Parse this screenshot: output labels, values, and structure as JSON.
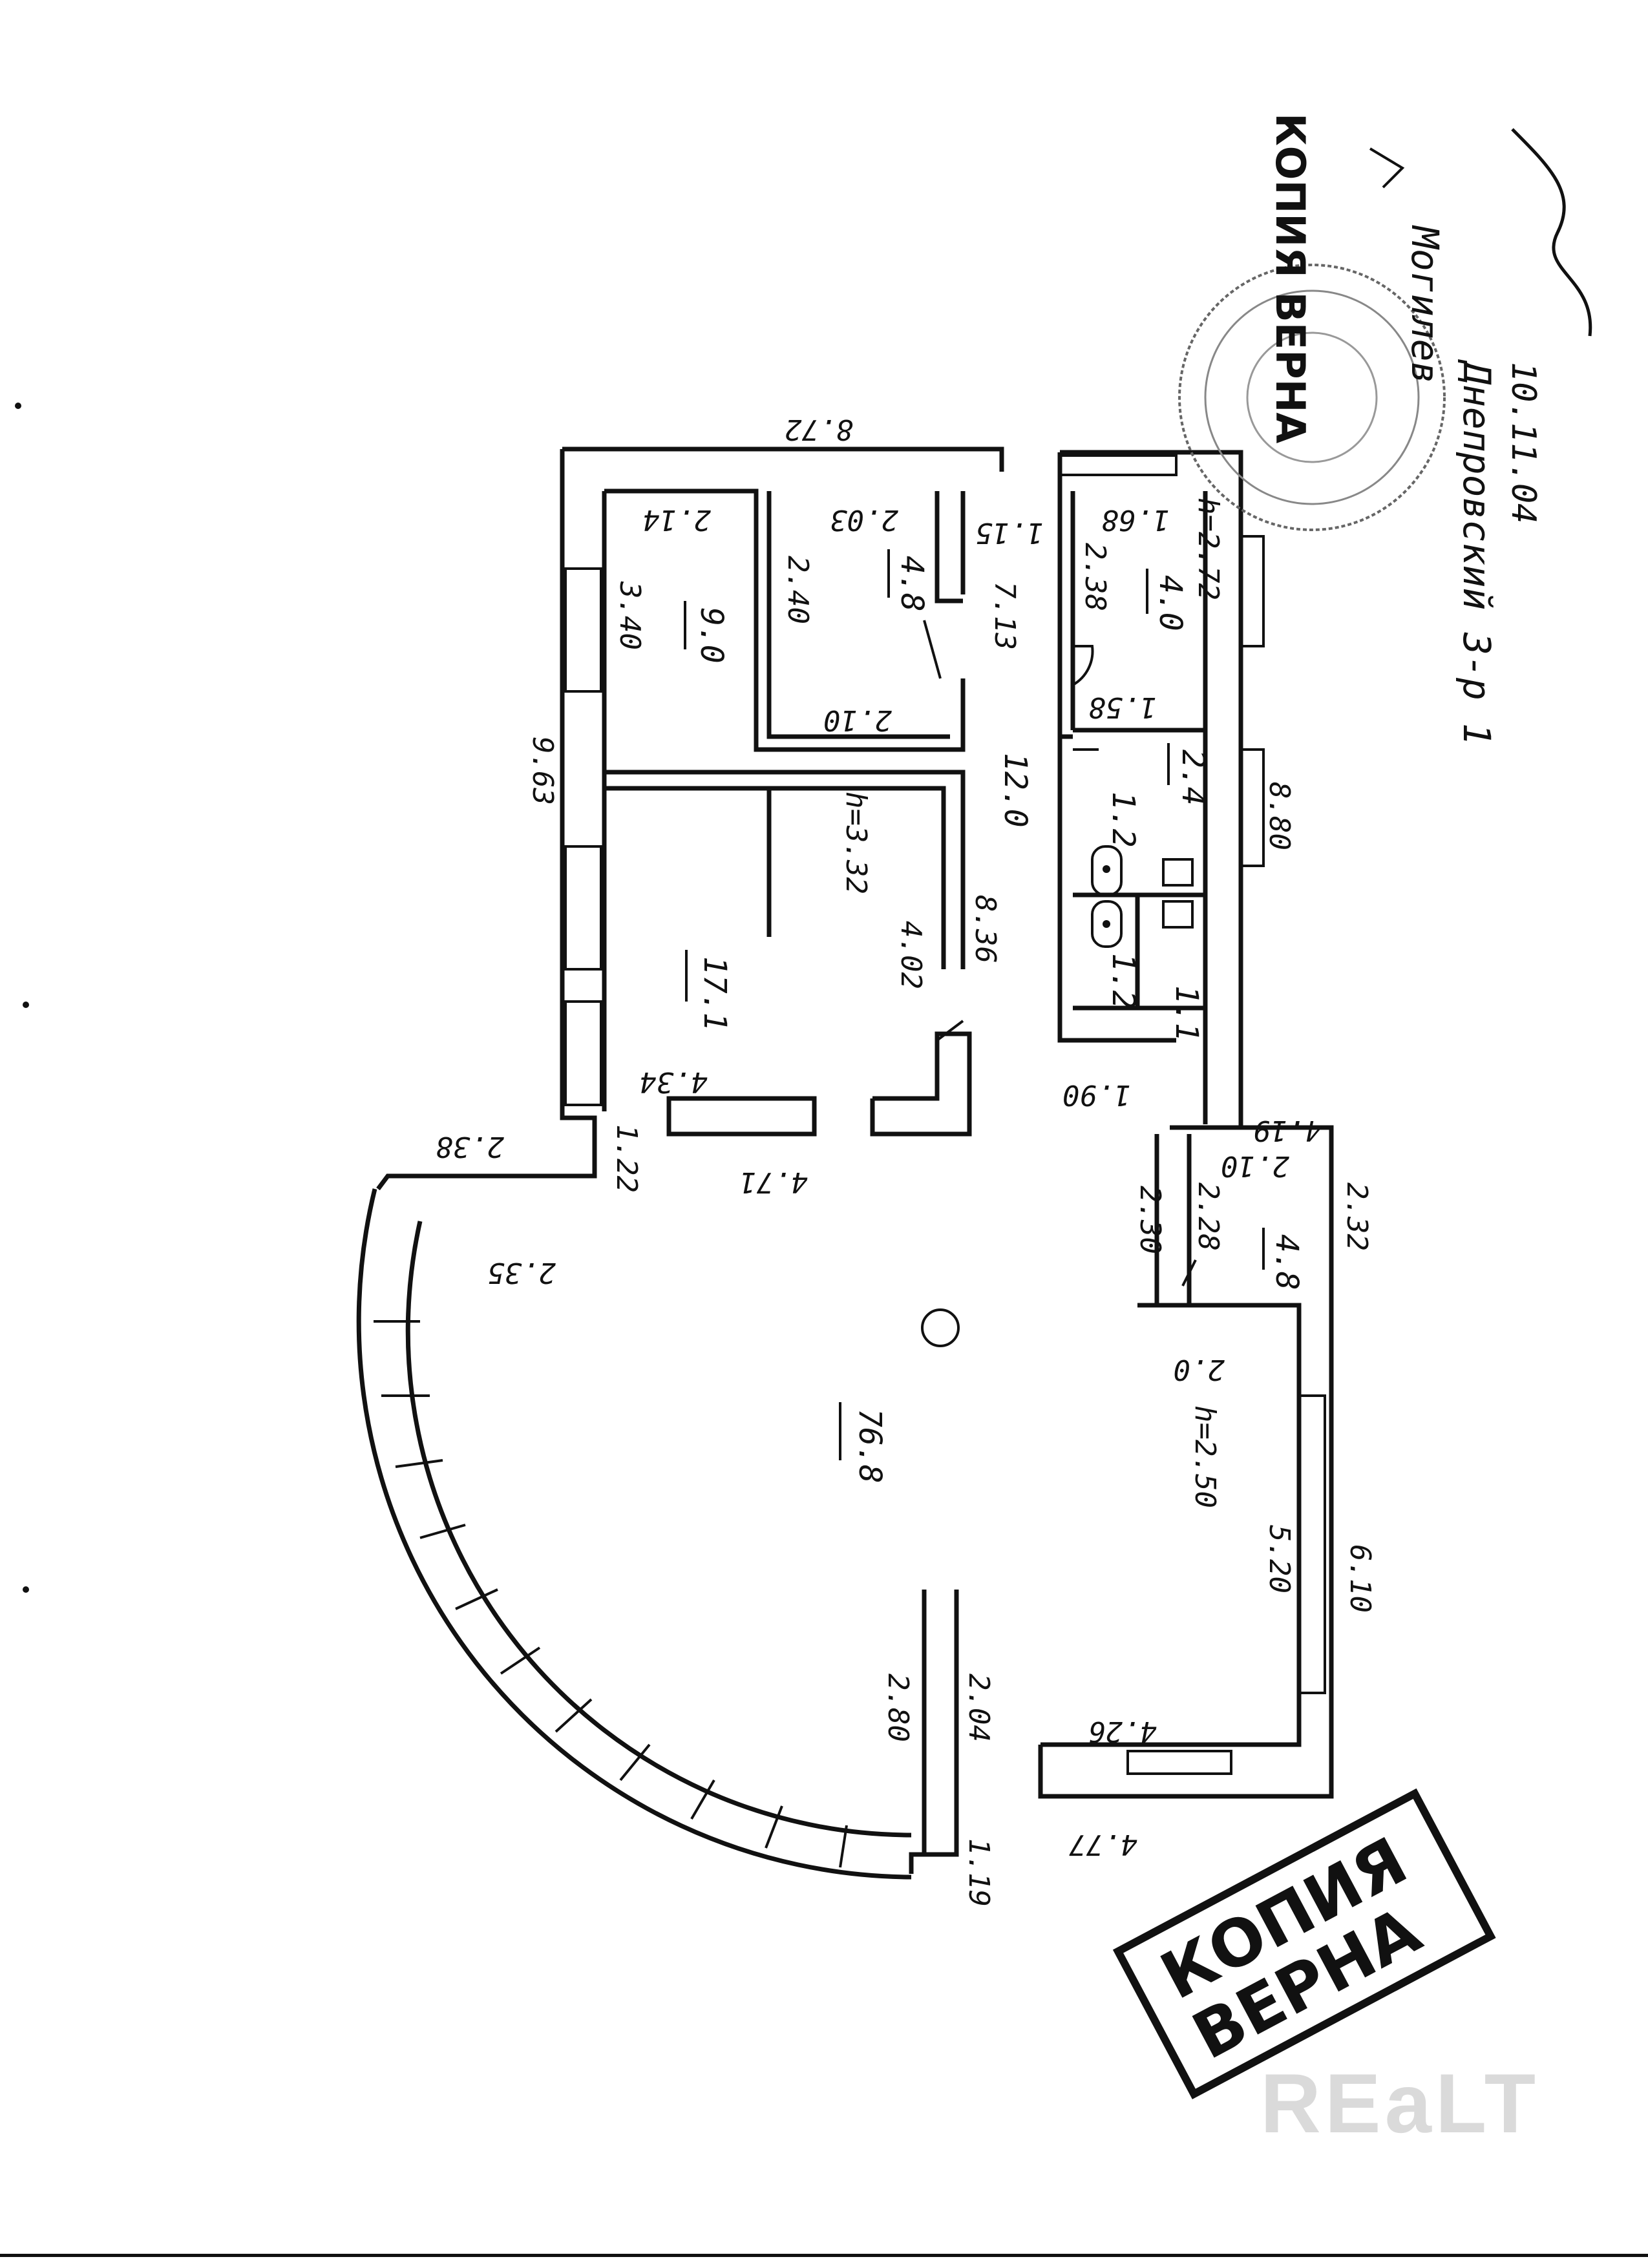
{
  "stamp": {
    "line1": "КОПИЯ",
    "line2": "ВЕРНА"
  },
  "seal": {
    "text": "КОПИЯ ВЕРНА",
    "handwriting": [
      "Днепровский 3-р 1",
      "10.11.04",
      "Могилев"
    ]
  },
  "watermark": "REaLT",
  "rooms": [
    {
      "id": "room-large",
      "area": "76.8"
    },
    {
      "id": "room-middle",
      "area": "17.1"
    },
    {
      "id": "room-topleft",
      "area": "9.0"
    },
    {
      "id": "room-top-small",
      "area": "4.8"
    },
    {
      "id": "corridor",
      "area": "12.0"
    },
    {
      "id": "room-top-right",
      "area": "4.0"
    },
    {
      "id": "bath",
      "area": "2.4"
    },
    {
      "id": "wc1",
      "area": "1.2"
    },
    {
      "id": "wc2",
      "area": "1.2"
    },
    {
      "id": "wc3",
      "area": "1.1"
    },
    {
      "id": "room-right-small",
      "area": "4.8"
    }
  ],
  "dimensions": {
    "d_8_72": "8.72",
    "d_9_63": "9.63",
    "d_2_14": "2.14",
    "d_3_40": "3.40",
    "d_2_03": "2.03",
    "d_2_40": "2.40",
    "d_2_10a": "2.10",
    "d_1_15": "1.15",
    "d_7_13": "7.13",
    "d_2_38a": "2.38",
    "d_1_68": "1.68",
    "d_h_272": "h=2.72",
    "d_1_58": "1.58",
    "d_8_80": "8.80",
    "d_h_332": "h=3.32",
    "d_8_36": "8.36",
    "d_4_02": "4.02",
    "d_4_34": "4.34",
    "d_4_71": "4.71",
    "d_1_90": "1.90",
    "d_4_19": "4.19",
    "d_2_10b": "2.10",
    "d_2_30": "2.30",
    "d_2_28": "2.28",
    "d_2_32": "2.32",
    "d_2_38b": "2.38",
    "d_1_22": "1.22",
    "d_2_35": "2.35",
    "d_2_0": "2.0",
    "d_h_250": "h=2.50",
    "d_5_20": "5.20",
    "d_6_10": "6.10",
    "d_4_26": "4.26",
    "d_4_77": "4.77",
    "d_2_80": "2.80",
    "d_2_04": "2.04",
    "d_1_19": "1.19"
  }
}
